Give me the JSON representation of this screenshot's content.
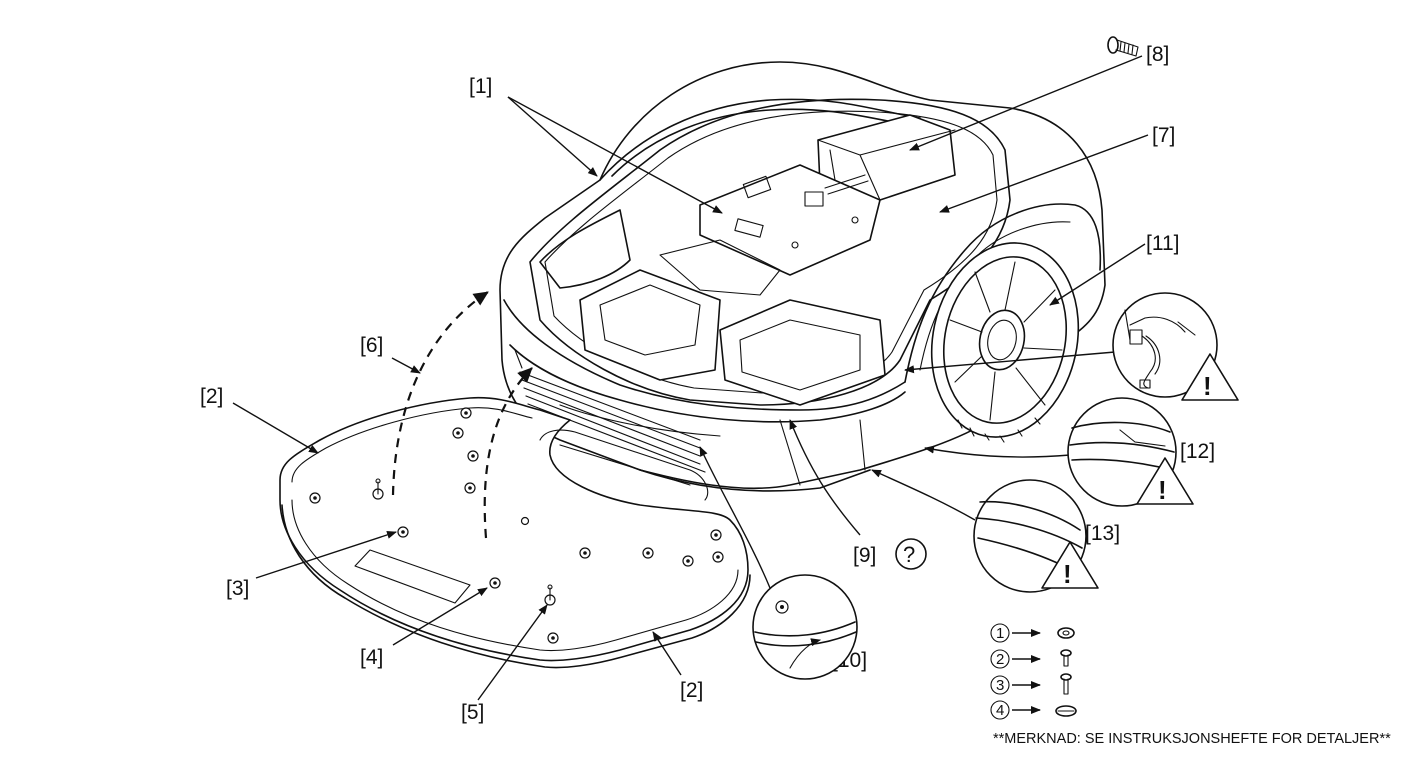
{
  "callouts": {
    "c1": "[1]",
    "c2_top": "[2]",
    "c2_bottom": "[2]",
    "c3": "[3]",
    "c4": "[4]",
    "c5": "[5]",
    "c6": "[6]",
    "c7": "[7]",
    "c8": "[8]",
    "c9": "[9]",
    "c10": "[10]",
    "c11": "[11]",
    "c12": "[12]",
    "c13": "[13]"
  },
  "help_symbol": "?",
  "warning_mark": "!",
  "legend": {
    "items": [
      {
        "number": "1",
        "icon": "washer-icon"
      },
      {
        "number": "2",
        "icon": "screw-icon"
      },
      {
        "number": "3",
        "icon": "long-screw-icon"
      },
      {
        "number": "4",
        "icon": "flat-washer-icon"
      }
    ]
  },
  "note": "**MERKNAD: SE INSTRUKSJONSHEFTE FOR DETALJER**"
}
